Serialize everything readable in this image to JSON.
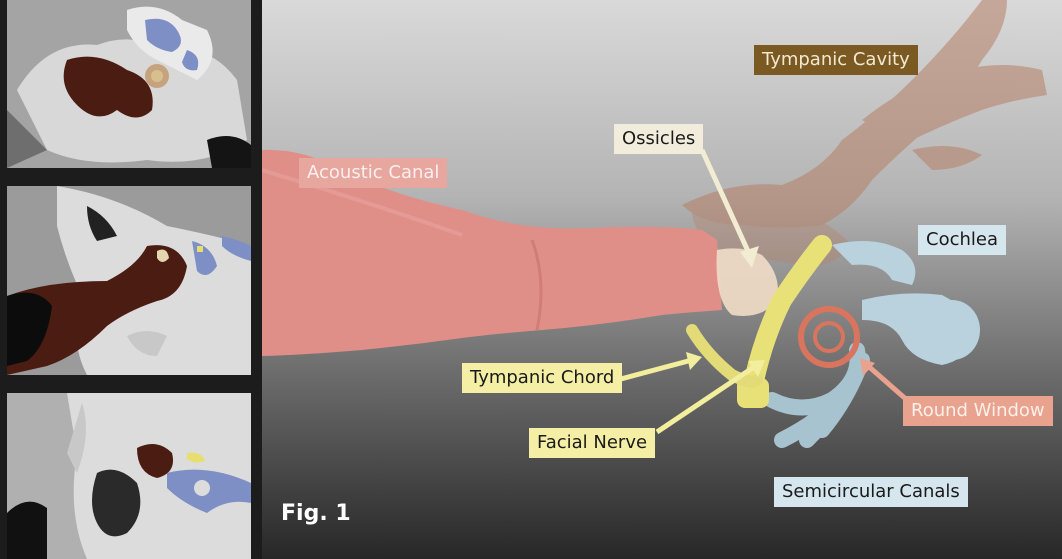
{
  "figure": {
    "caption": "Fig. 1"
  },
  "labels": {
    "tympanic_cavity": "Tympanic Cavity",
    "ossicles": "Ossicles",
    "acoustic_canal": "Acoustic Canal",
    "cochlea": "Cochlea",
    "tympanic_chord": "Tympanic Chord",
    "round_window": "Round Window",
    "facial_nerve": "Facial Nerve",
    "semicircular_canals": "Semicircular Canals"
  },
  "colors": {
    "acoustic_canal": "#e08f88",
    "tympanic_cavity": "#7a5a22",
    "ossicles": "#f1ece0",
    "cochlea": "#cfe0ea",
    "nerve": "#f3ee9e",
    "round_window": "#e9a28e",
    "ct_brown": "#4b1c12",
    "ct_blue": "#7d8fc4"
  }
}
